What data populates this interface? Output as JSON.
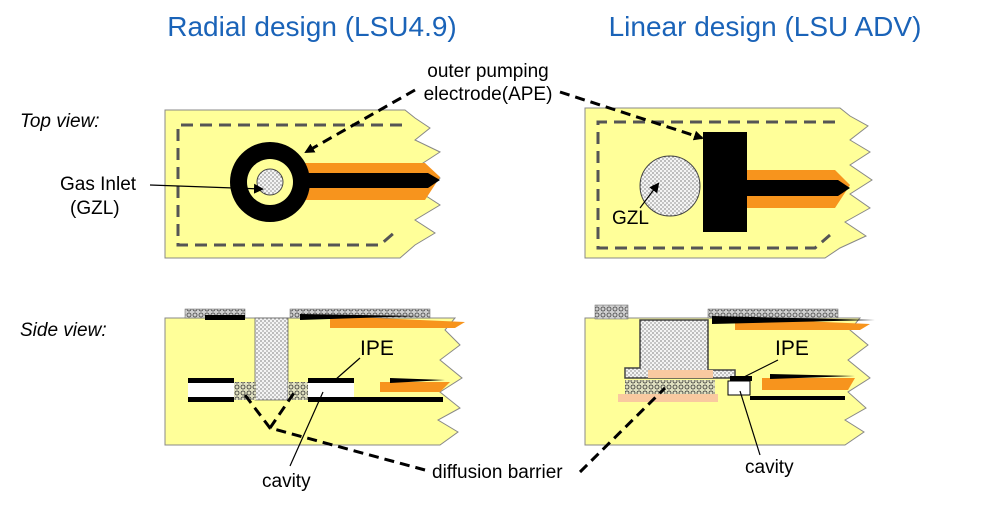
{
  "titles": {
    "radial": "Radial design (LSU4.9)",
    "linear": "Linear design (LSU ADV)"
  },
  "row_labels": {
    "top": "Top view:",
    "side": "Side view:"
  },
  "labels": {
    "ape_line1": "outer pumping",
    "ape_line2": "electrode(APE)",
    "gas_inlet_line1": "Gas Inlet",
    "gas_inlet_line2": "(GZL)",
    "gzl": "GZL",
    "ipe_left": "IPE",
    "ipe_right": "IPE",
    "cavity_left": "cavity",
    "cavity_right": "cavity",
    "diffusion_barrier": "diffusion barrier"
  },
  "colors": {
    "title": "#1a63b8",
    "sensor_body": "#ffff99",
    "electrode": "#000000",
    "lead_orange": "#f7941d",
    "layer_peach": "#f9c9a0",
    "outline_dash": "#555555"
  }
}
